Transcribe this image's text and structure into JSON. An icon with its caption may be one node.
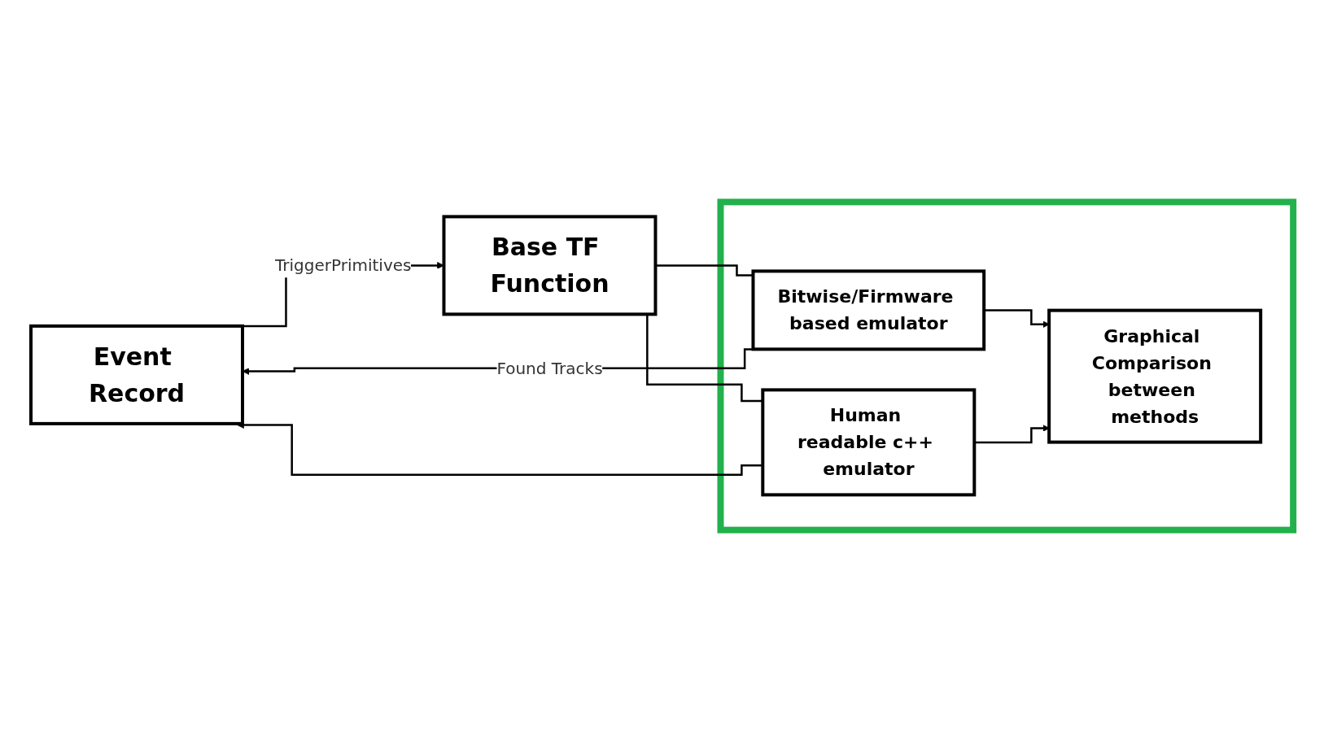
{
  "diagram": {
    "nodes": [
      {
        "text": [
          "Event Record"
        ]
      },
      {
        "text": [
          "Base TF Function"
        ]
      },
      {
        "text": [],
        "shape": "box"
      },
      {
        "text": [
          "Bitwise/Firmware based emulator"
        ],
        "in": 2
      },
      {
        "text": [
          "Human readable c++ emulator"
        ],
        "in": 2
      },
      {
        "text": [
          "Graphical Comparison between methods"
        ],
        "in": 2
      }
    ],
    "edges": [
      {
        "from": 0,
        "to": 1,
        "arrow": "to",
        "label": "TriggerPrimitives"
      },
      {
        "from": 1,
        "to": 3,
        "arrow": "none"
      },
      {
        "from": 1,
        "to": 4,
        "arrow": "none"
      },
      {
        "from": 3,
        "to": 0,
        "arrow": "to",
        "label": "Found Tracks"
      },
      {
        "from": 4,
        "to": 0,
        "arrow": "to"
      },
      {
        "from": 3,
        "to": 5,
        "arrow": "to"
      },
      {
        "from": 4,
        "to": 5,
        "arrow": "to"
      }
    ]
  }
}
